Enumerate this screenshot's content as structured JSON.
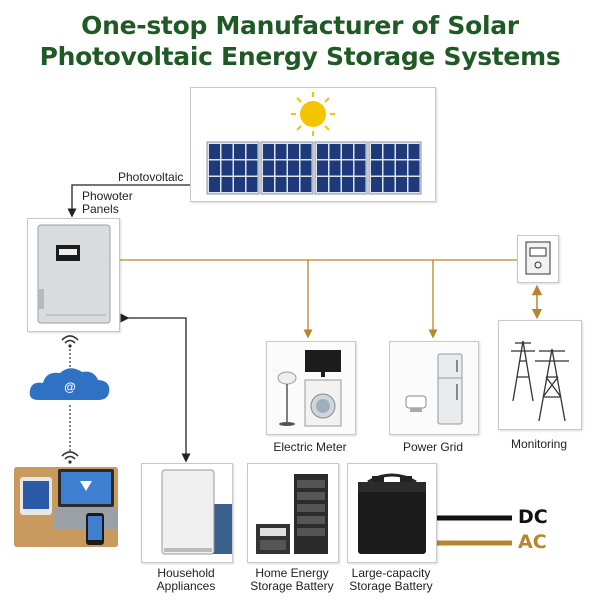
{
  "title": {
    "line1": "One-stop Manufacturer of Solar",
    "line2": "Photovoltaic Energy Storage Systems"
  },
  "labels": {
    "photovoltaic": "Photovoltaic",
    "panels_line1": "Phowoter",
    "panels_line2": "Panels",
    "electric_meter": "Electric Meter",
    "power_grid": "Power Grid",
    "monitoring": "Monitoring",
    "household_line1": "Household",
    "household_line2": "Appliances",
    "home_storage_line1": "Home Energy",
    "home_storage_line2": "Storage Battery",
    "large_storage_line1": "Large-capacity",
    "large_storage_line2": "Storage Battery",
    "cloud_symbol": "@",
    "dc": "DC",
    "ac": "AC"
  },
  "colors": {
    "title_green": "#1f5a26",
    "ac_line": "#b8862a",
    "dc_line": "#111111",
    "solar_cell": "#1e3a7a",
    "sun": "#f5c400",
    "cloud": "#2f72c4"
  },
  "icons": [
    "sun-icon",
    "solar-panel-icon",
    "inverter-icon",
    "wifi-icon",
    "cloud-icon",
    "meter-icon",
    "transmission-tower-icon",
    "washing-machine-icon",
    "tv-icon",
    "lamp-icon",
    "refrigerator-icon",
    "battery-icon",
    "server-rack-icon",
    "laptop-icon",
    "phone-icon"
  ]
}
